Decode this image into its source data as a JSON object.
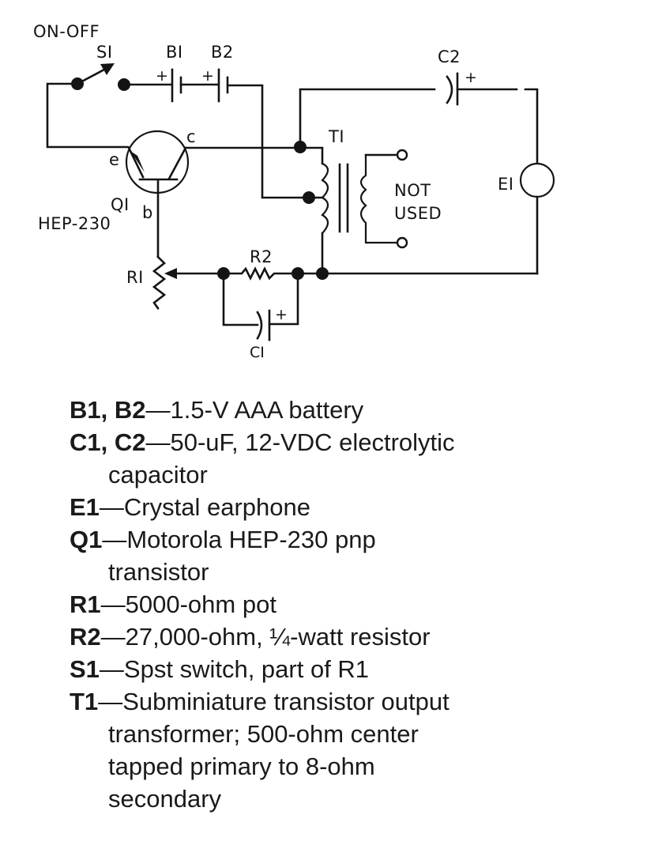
{
  "schematic": {
    "labels": {
      "on_off": "ON-OFF",
      "s1": "SI",
      "b1": "BI",
      "b2": "B2",
      "c2": "C2",
      "t1": "TI",
      "not_used_1": "NOT",
      "not_used_2": "USED",
      "e1": "EI",
      "q1": "QI",
      "hep": "HEP-230",
      "pin_c": "c",
      "pin_e": "e",
      "pin_b": "b",
      "r1": "RI",
      "r2": "R2",
      "c1": "CI",
      "plus": "+"
    }
  },
  "parts_list": [
    {
      "ref": "B1, B2",
      "desc": "—1.5-V AAA battery",
      "cont": ""
    },
    {
      "ref": "C1, C2",
      "desc": "—50-uF, 12-VDC electrolytic",
      "cont": "capacitor"
    },
    {
      "ref": "E1",
      "desc": "—Crystal earphone",
      "cont": ""
    },
    {
      "ref": "Q1",
      "desc": "—Motorola HEP-230 pnp",
      "cont": "transistor"
    },
    {
      "ref": "R1",
      "desc": "—5000-ohm pot",
      "cont": ""
    },
    {
      "ref": "R2",
      "desc": "—27,000-ohm, ¼-watt resistor",
      "cont": ""
    },
    {
      "ref": "S1",
      "desc": "—Spst switch, part of R1",
      "cont": ""
    },
    {
      "ref": "T1",
      "desc": "—Subminiature transistor output",
      "cont": "transformer; 500-ohm center",
      "cont2": "tapped primary to 8-ohm",
      "cont3": "secondary"
    }
  ]
}
